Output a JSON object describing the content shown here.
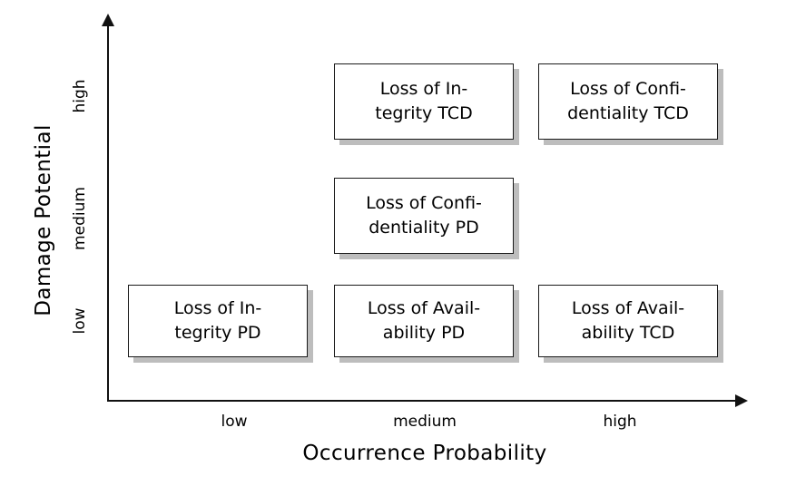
{
  "chart_data": {
    "type": "table",
    "title": "",
    "xlabel": "Occurrence Probability",
    "ylabel": "Damage Potential",
    "x_ticks": [
      "low",
      "medium",
      "high"
    ],
    "y_ticks": [
      "low",
      "medium",
      "high"
    ],
    "grid": false,
    "legend": "none",
    "cells": [
      {
        "id": "integrity-tcd",
        "x": "medium",
        "y": "high",
        "label": "Loss of In-\ntegrity TCD"
      },
      {
        "id": "confidentiality-tcd",
        "x": "high",
        "y": "high",
        "label": "Loss of Confi-\ndentiality TCD"
      },
      {
        "id": "confidentiality-pd",
        "x": "medium",
        "y": "medium",
        "label": "Loss of Confi-\ndentiality PD"
      },
      {
        "id": "integrity-pd",
        "x": "low",
        "y": "low",
        "label": "Loss of In-\ntegrity PD"
      },
      {
        "id": "availability-pd",
        "x": "medium",
        "y": "low",
        "label": "Loss of Avail-\nability PD"
      },
      {
        "id": "availability-tcd",
        "x": "high",
        "y": "low",
        "label": "Loss of Avail-\nability TCD"
      }
    ],
    "colors": {
      "axis": "#111111",
      "box_border": "#1a1a1a",
      "box_fill": "#ffffff",
      "box_shadow": "#bdbdbd",
      "background": "#ffffff",
      "text": "#000000"
    }
  },
  "axes": {
    "y": {
      "title": "Damage Potential",
      "ticks": {
        "high": "high",
        "medium": "medium",
        "low": "low"
      }
    },
    "x": {
      "title": "Occurrence Probability",
      "ticks": {
        "low": "low",
        "medium": "medium",
        "high": "high"
      }
    }
  },
  "cells": {
    "integrity_tcd": "Loss of In-\ntegrity TCD",
    "confidentiality_tcd": "Loss of Confi-\ndentiality TCD",
    "confidentiality_pd": "Loss of Confi-\ndentiality PD",
    "integrity_pd": "Loss of In-\ntegrity PD",
    "availability_pd": "Loss of Avail-\nability PD",
    "availability_tcd": "Loss of Avail-\nability TCD"
  }
}
